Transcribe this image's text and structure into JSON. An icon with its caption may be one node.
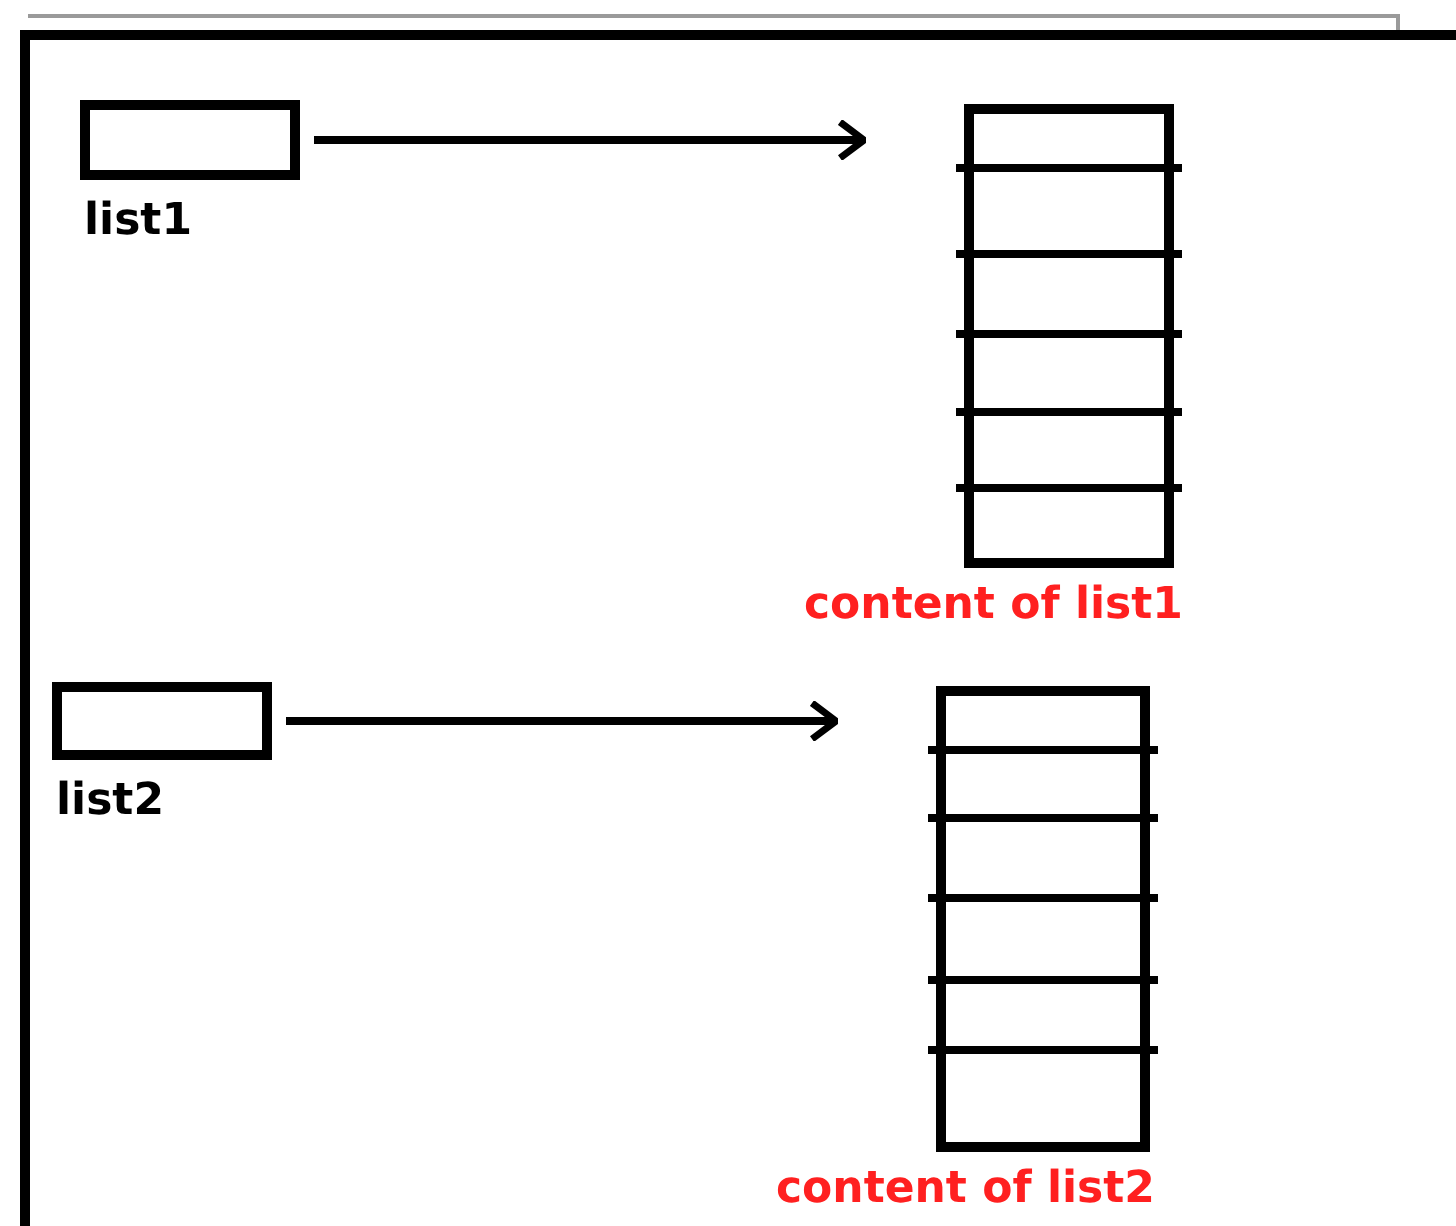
{
  "diagram": {
    "nodes": [
      {
        "text": [
          "list1"
        ]
      },
      {
        "text": [],
        "shape": "box",
        "beside": [
          "content of list1"
        ]
      },
      {
        "text": [
          "list2"
        ]
      },
      {
        "text": [],
        "shape": "box",
        "beside": [
          "content of list2"
        ]
      }
    ],
    "edges": [
      {
        "from": 0,
        "to": 1,
        "arrow": "to"
      },
      {
        "from": 2,
        "to": 3,
        "arrow": "to"
      }
    ]
  }
}
